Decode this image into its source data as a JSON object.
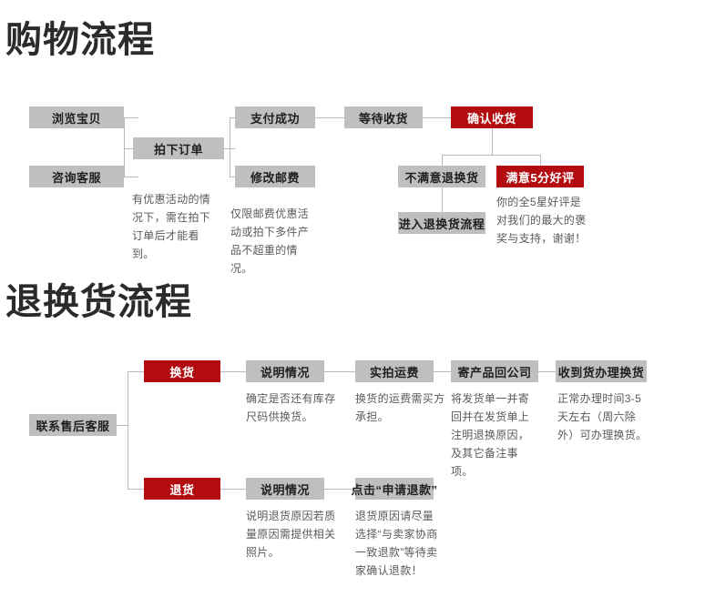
{
  "colors": {
    "gray_box": "#bfbfbf",
    "red_box": "#b20c10",
    "line": "#b9b9b9",
    "title": "#2b2b2b",
    "caption": "#5a5a5a"
  },
  "sections": [
    {
      "id": "shopping",
      "title": "购物流程",
      "nodes": {
        "browse": "浏览宝贝",
        "consult": "咨询客服",
        "place_order": "拍下订单",
        "paid": "支付成功",
        "modify_shipping": "修改邮费",
        "waiting": "等待收货",
        "confirm_receipt": "确认收货",
        "unsatisfied_return": "不满意退换货",
        "satisfied_praise": "满意5分好评",
        "enter_return_flow": "进入退换货流程"
      },
      "captions": {
        "place_order": "有优惠活动的情况下，需在拍下订单后才能看到。",
        "modify_shipping": "仅限邮费优惠活动或拍下多件产品不超重的情况。",
        "praise": "你的全5星好评是对我们的最大的褒奖与支持，谢谢！"
      }
    },
    {
      "id": "return",
      "title": "退换货流程",
      "nodes": {
        "contact_service": "联系售后客服",
        "exchange": "换货",
        "exchange_step1": "说明情况",
        "exchange_step2": "实拍运费",
        "exchange_step3": "寄产品回公司",
        "exchange_step4": "收到货办理换货",
        "refund": "退货",
        "refund_step1": "说明情况",
        "refund_step2": "点击“申请退款”"
      },
      "captions": {
        "exchange_step1": "确定是否还有库存尺码供换货。",
        "exchange_step2": "换货的运费需买方承担。",
        "exchange_step3": "将发货单一并寄回并在发货单上注明退换原因，及其它备注事项。",
        "exchange_step4": "正常办理时间3-5天左右（周六除外）可办理换货。",
        "refund_step1": "说明退货原因若质量原因需提供相关照片。",
        "refund_step2": "退货原因请尽量选择“与卖家协商一致退款”等待卖家确认退款！"
      }
    }
  ]
}
